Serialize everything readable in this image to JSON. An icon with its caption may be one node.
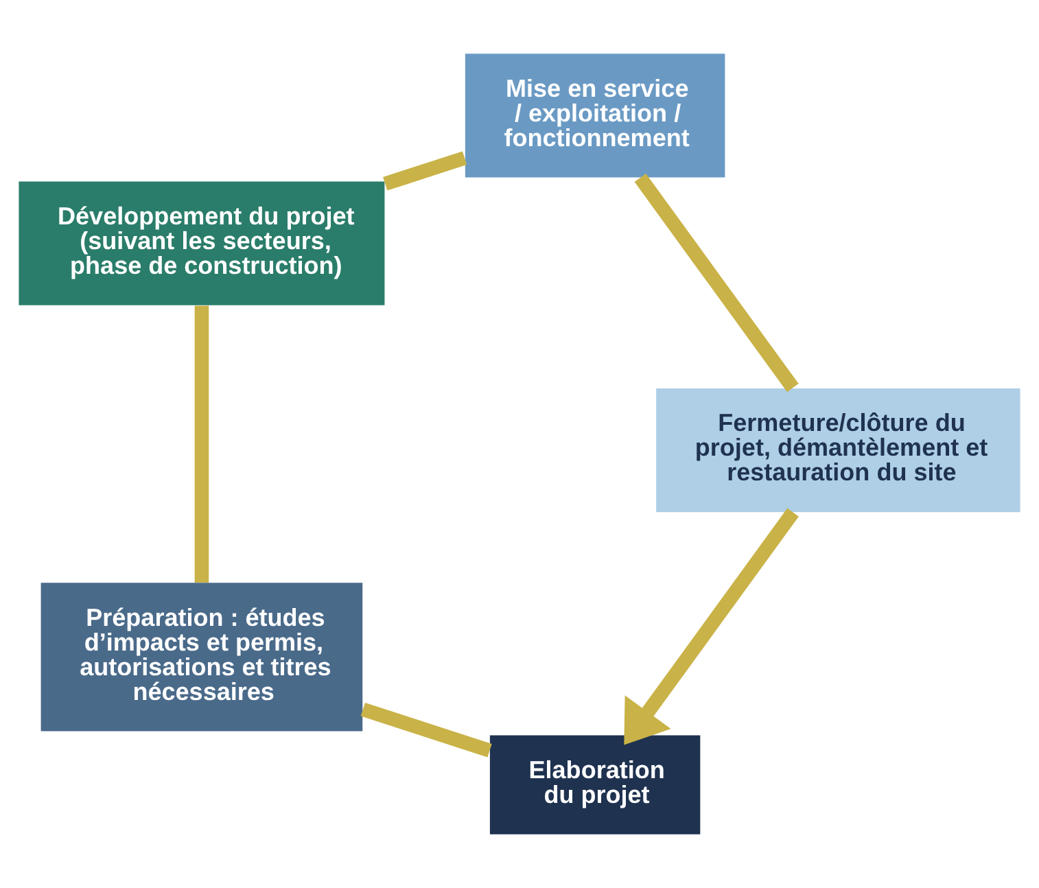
{
  "diagram": {
    "nodes": [
      {
        "text": [
          "Elaboration du projet"
        ]
      },
      {
        "text": [
          "Préparation : études d’impacts et permis, autorisations et titres nécessaires"
        ]
      },
      {
        "text": [
          "Développement du projet (suivant les secteurs, phase de construction)"
        ]
      },
      {
        "text": [
          "Mise en service / exploitation / fonctionnement"
        ]
      },
      {
        "text": [
          "Fermeture/clôture du projet, démantèlement et restauration du site"
        ]
      }
    ],
    "edges": [
      {
        "from": 0,
        "to": 1,
        "arrow": "none"
      },
      {
        "from": 1,
        "to": 2,
        "arrow": "none"
      },
      {
        "from": 2,
        "to": 3,
        "arrow": "none"
      },
      {
        "from": 3,
        "to": 4,
        "arrow": "none"
      },
      {
        "from": 4,
        "to": 0,
        "arrow": "to"
      }
    ]
  }
}
